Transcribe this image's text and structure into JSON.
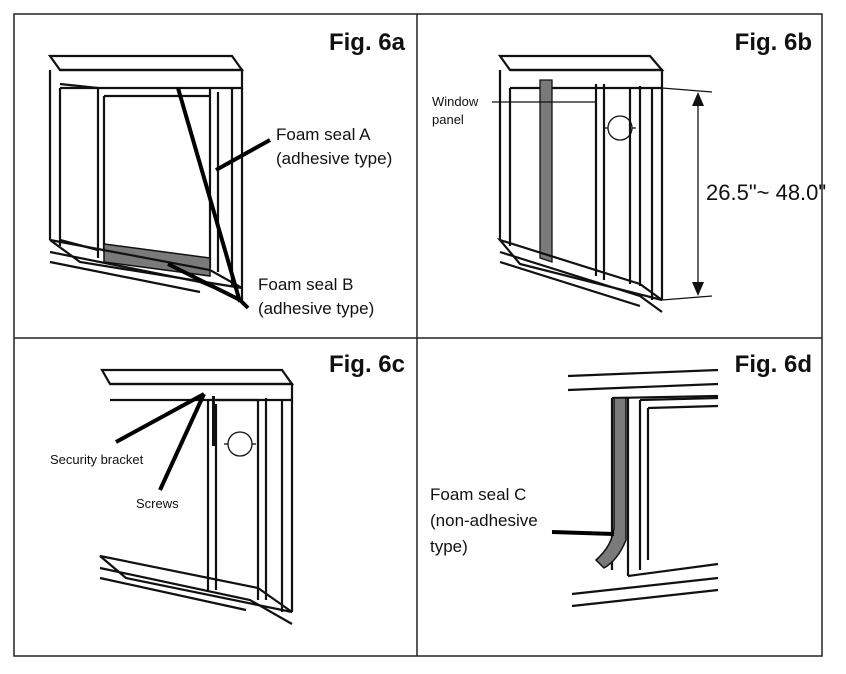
{
  "panels": {
    "a": {
      "title": "Fig. 6a",
      "label1_line1": "Foam seal A",
      "label1_line2": "(adhesive type)",
      "label2_line1": "Foam seal B",
      "label2_line2": "(adhesive type)"
    },
    "b": {
      "title": "Fig. 6b",
      "label_line1": "Window",
      "label_line2": "panel",
      "dimension": "26.5\"~ 48.0\""
    },
    "c": {
      "title": "Fig. 6c",
      "label_bracket": "Security bracket",
      "label_screws": "Screws"
    },
    "d": {
      "title": "Fig. 6d",
      "label_line1": "Foam seal C",
      "label_line2": "(non-adhesive",
      "label_line3": "type)"
    }
  },
  "colors": {
    "line": "#111111",
    "foam": "#7a7a7a",
    "background": "#ffffff"
  }
}
